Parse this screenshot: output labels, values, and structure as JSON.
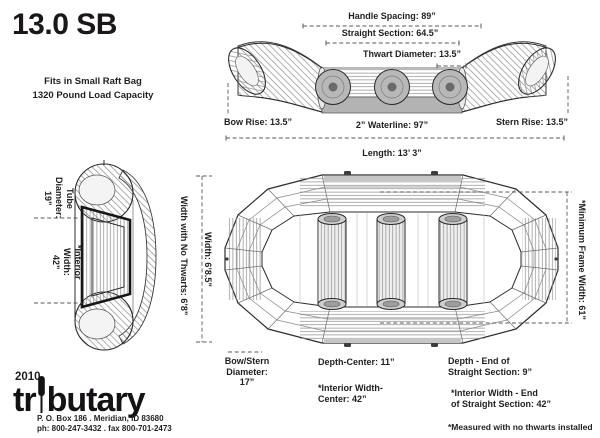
{
  "header": {
    "title": "13.0 SB",
    "subtitle1": "Fits in Small Raft Bag",
    "subtitle2": "1320 Pound Load Capacity"
  },
  "side_view": {
    "handle_spacing": "Handle Spacing: 89”",
    "straight_section": "Straight Section: 64.5”",
    "thwart_diameter": "Thwart Diameter: 13.5”",
    "bow_rise": "Bow Rise: 13.5”",
    "waterline": "2” Waterline: 97”",
    "stern_rise": "Stern Rise: 13.5”",
    "length": "Length: 13’ 3”"
  },
  "end_view": {
    "tube_diameter": [
      "Tube",
      "Diameter:",
      "19”"
    ],
    "interior_width": [
      "*Interior",
      "Width:",
      "42”"
    ]
  },
  "top_view": {
    "width_no_thwarts": "Width with No Thwarts: 6’8”",
    "width": "Width: 6’8.5”",
    "min_frame_width": "*Minimum Frame Width: 61”"
  },
  "bottom_notes": {
    "bow_stern_diameter": [
      "Bow/Stern",
      "Diameter:",
      "17”"
    ],
    "depth_center": "Depth-Center: 11”",
    "interior_width_center": [
      "*Interior Width-",
      "Center: 42”"
    ],
    "depth_end": [
      "Depth - End of",
      "Straight Section: 9”"
    ],
    "interior_width_end": [
      "*Interior Width - End",
      "of Straight Section: 42”"
    ],
    "footnote": "*Measured with no thwarts installed"
  },
  "footer": {
    "year": "2010",
    "brand_left": "tr",
    "brand_right": "butary",
    "address": "P. O. Box 186 . Meridian, ID 83680",
    "phone": "ph: 800-247-3432 . fax 800-701-2473"
  },
  "colors": {
    "ink": "#211e1f",
    "line": "#2f2c2d",
    "dim_line": "#5a5a5a",
    "gray_fill": "#b3b3b3",
    "hatch": "#8c8c8c"
  }
}
